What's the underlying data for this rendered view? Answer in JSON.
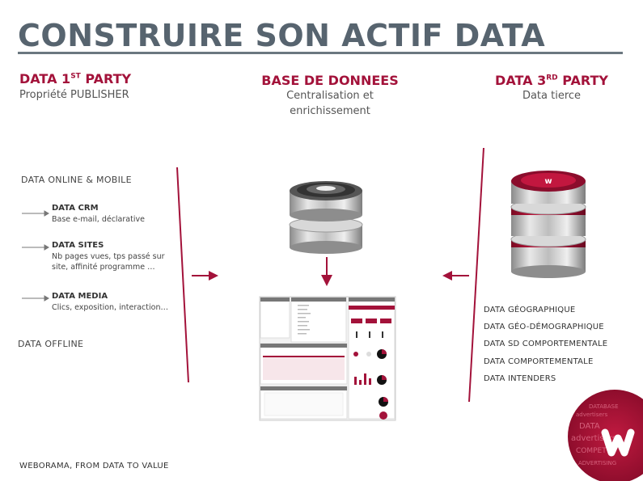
{
  "title": "CONSTRUIRE SON ACTIF DATA",
  "left": {
    "heading_main": "DATA 1",
    "heading_sup": "ST",
    "heading_rest": " PARTY",
    "subtitle": "Propriété PUBLISHER",
    "online_label": "DATA ONLINE &  MOBILE",
    "items": [
      {
        "title": "DATA CRM",
        "desc": [
          "Base e-mail, déclarative"
        ]
      },
      {
        "title": "DATA SITES",
        "desc": [
          "Nb pages vues, tps passé sur",
          "site, affinité programme …"
        ]
      },
      {
        "title": "DATA MEDIA",
        "desc": [
          "Clics, exposition, interaction…"
        ]
      }
    ],
    "offline_label": "DATA OFFLINE"
  },
  "center": {
    "heading": "BASE DE DONNEES",
    "subtitle_line1": "Centralisation et",
    "subtitle_line2": "enrichissement"
  },
  "right": {
    "heading_main": "DATA 3",
    "heading_sup": "RD",
    "heading_rest": " PARTY",
    "subtitle": "Data tierce",
    "items": [
      "DATA GÉOGRAPHIQUE",
      "DATA GÉO-DÉMOGRAPHIQUE",
      "DATA SD COMPORTEMENTALE",
      "DATA COMPORTEMENTALE",
      "DATA INTENDERS"
    ]
  },
  "footer": "WEBORAMA, FROM DATA TO VALUE",
  "colors": {
    "accent": "#a3123a",
    "title": "#57646f",
    "rule": "#6b7780"
  },
  "icons": [
    "database-icon",
    "arrow-right-icon",
    "arrow-left-icon",
    "arrow-down-icon",
    "weborama-logo"
  ]
}
